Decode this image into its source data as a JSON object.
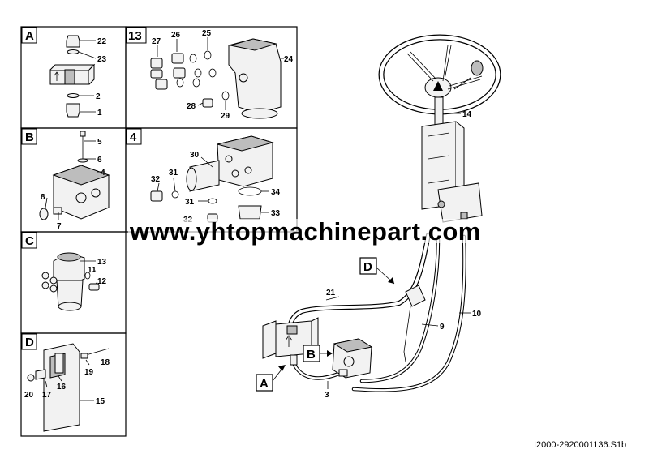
{
  "panels": {
    "A": {
      "letter": "A",
      "callouts": [
        "22",
        "23",
        "2",
        "1"
      ]
    },
    "P13": {
      "letter": "13",
      "callouts": [
        "27",
        "26",
        "25",
        "24",
        "28",
        "29"
      ]
    },
    "B": {
      "letter": "B",
      "callouts": [
        "5",
        "6",
        "4",
        "8",
        "7"
      ]
    },
    "P4": {
      "letter": "4",
      "callouts": [
        "30",
        "31",
        "32",
        "34",
        "31",
        "33",
        "32"
      ]
    },
    "C": {
      "letter": "C",
      "callouts": [
        "13",
        "11",
        "12"
      ]
    },
    "D": {
      "letter": "D",
      "callouts": [
        "18",
        "19",
        "16",
        "17",
        "20",
        "15"
      ]
    }
  },
  "main": {
    "callouts": {
      "steering_column": "14",
      "hose_21": "21",
      "hose_9": "9",
      "hose_10": "10",
      "hose_3": "3"
    },
    "view_labels": {
      "D": "D",
      "B": "B",
      "A": "A"
    }
  },
  "watermark": "www.yhtopmachinepart.com",
  "reference": "I2000-2920001136.S1b",
  "icons": [
    "warning-triangle-icon",
    "arrow-up-icon"
  ]
}
